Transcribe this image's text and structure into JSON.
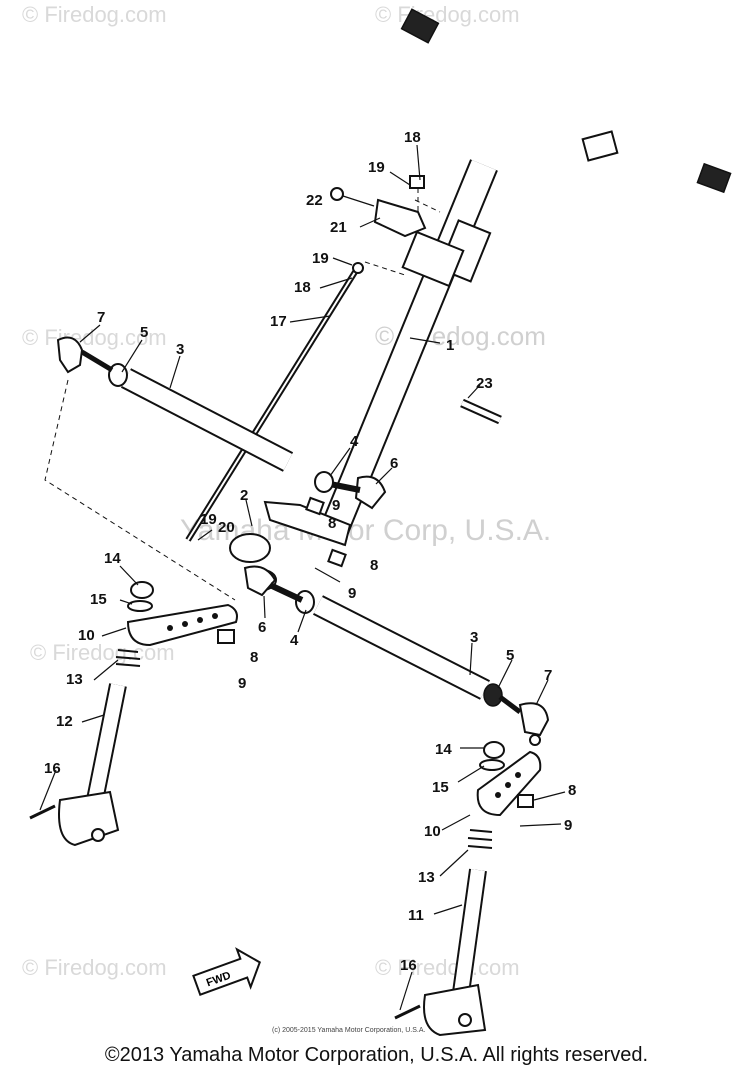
{
  "watermarks": {
    "small": "© Firedog.com",
    "center": "© Firedog.com",
    "center_company": "Yamaha Motor Corp, U.S.A."
  },
  "labels": {
    "l1": "1",
    "l2": "2",
    "l3a": "3",
    "l3b": "3",
    "l4a": "4",
    "l4b": "4",
    "l5a": "5",
    "l5b": "5",
    "l6a": "6",
    "l6b": "6",
    "l7a": "7",
    "l7b": "7",
    "l8a": "8",
    "l8b": "8",
    "l8c": "8",
    "l8d": "8",
    "l9a": "9",
    "l9b": "9",
    "l9c": "9",
    "l9d": "9",
    "l10a": "10",
    "l10b": "10",
    "l11": "11",
    "l12": "12",
    "l13a": "13",
    "l13b": "13",
    "l14a": "14",
    "l14b": "14",
    "l15a": "15",
    "l15b": "15",
    "l16a": "16",
    "l16b": "16",
    "l17": "17",
    "l18a": "18",
    "l18b": "18",
    "l19a": "19",
    "l19b": "19",
    "l20": "20",
    "l21": "21",
    "l22": "22",
    "l23": "23"
  },
  "fwd_label": "FWD",
  "small_copyright": "(c) 2005-2015 Yamaha Motor Corporation, U.S.A.",
  "footer": "©2013 Yamaha Motor Corporation, U.S.A. All rights reserved."
}
